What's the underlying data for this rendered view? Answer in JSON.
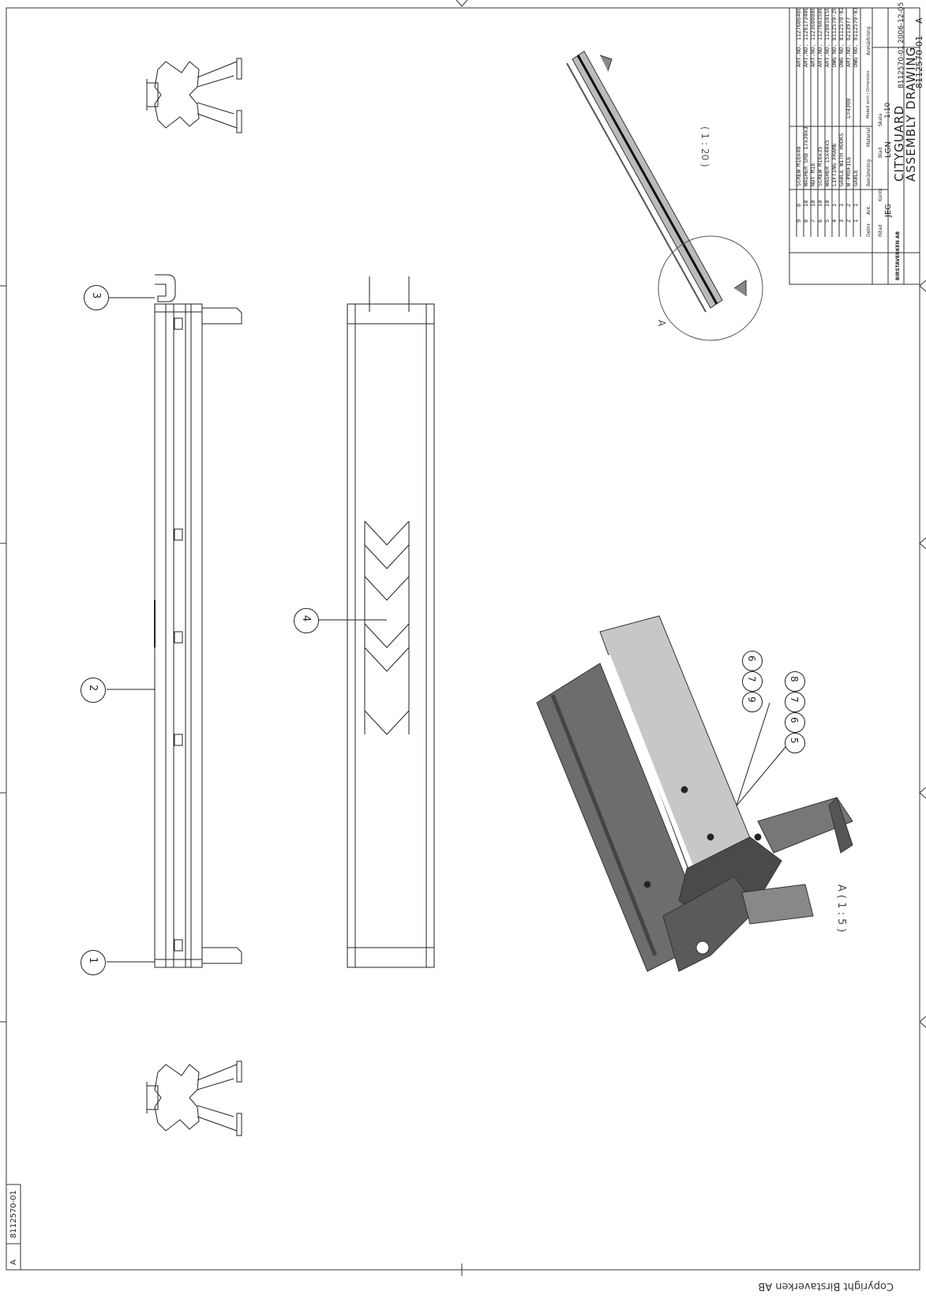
{
  "copyright": "Copyright Birstaverken AB",
  "views": {
    "detail_a_label": "A",
    "detail_a_scale": "A  ( 1 : 5 )",
    "iso_scale": "( 1 : 20 )"
  },
  "balloons": [
    "1",
    "2",
    "3",
    "4",
    "5",
    "6",
    "7",
    "8",
    "9",
    "7",
    "6"
  ],
  "parts_list": [
    {
      "pos": "9",
      "qty": "8",
      "desc": "SCREW M16x40",
      "ref": "ART.NO. 1127606400"
    },
    {
      "pos": "8",
      "qty": "18",
      "desc": "WASHER SRB 17x30x3",
      "ref": "ART.NO. 1126173400"
    },
    {
      "pos": "7",
      "qty": "10",
      "desc": "NUT M16",
      "ref": "ART.NO. 1123600000"
    },
    {
      "pos": "6",
      "qty": "10",
      "desc": "SCREW M16x35",
      "ref": "ART.NO. 1127603500"
    },
    {
      "pos": "5",
      "qty": "10",
      "desc": "WASHER 15x40x5",
      "ref": "ART.NO. 1128010150"
    },
    {
      "pos": "4",
      "qty": "1",
      "desc": "LIFTING FRAME",
      "ref": "DWG NO. 8112570-20"
    },
    {
      "pos": "3",
      "qty": "1",
      "desc": "GABLE WITH HOOKS",
      "ref": "DWG NO. 8112570-02"
    },
    {
      "pos": "2",
      "qty": "2",
      "desc": "W-PROFILE",
      "ref": "ART.NO. 6213977",
      "note": "L=4300"
    },
    {
      "pos": "1",
      "qty": "1",
      "desc": "GABLE",
      "ref": "DWG NO. 8112570-03"
    }
  ],
  "title_block": {
    "header_cols": [
      "Detnr",
      "Ant.",
      "Benämning",
      "Material",
      "Modell anm / Dimension",
      "Anmärkning"
    ],
    "drawn_label": "Ritad",
    "drawn_by": "JEG",
    "checked_label": "Kontr.",
    "scale_label": "Skala",
    "scale": "1:10",
    "sheet_label": "Blad",
    "approved": "LGN",
    "company": "BIRSTAVERKEN AB",
    "title_line1": "CITYGUARD",
    "title_line2": "ASSEMBLY DRAWING",
    "drawing_no_small": "8112570-01",
    "date": "2006-12-05",
    "drawing_no": "8112570-01",
    "revision": "A"
  },
  "corner_box": {
    "revision": "A",
    "number": "8112570-01"
  }
}
